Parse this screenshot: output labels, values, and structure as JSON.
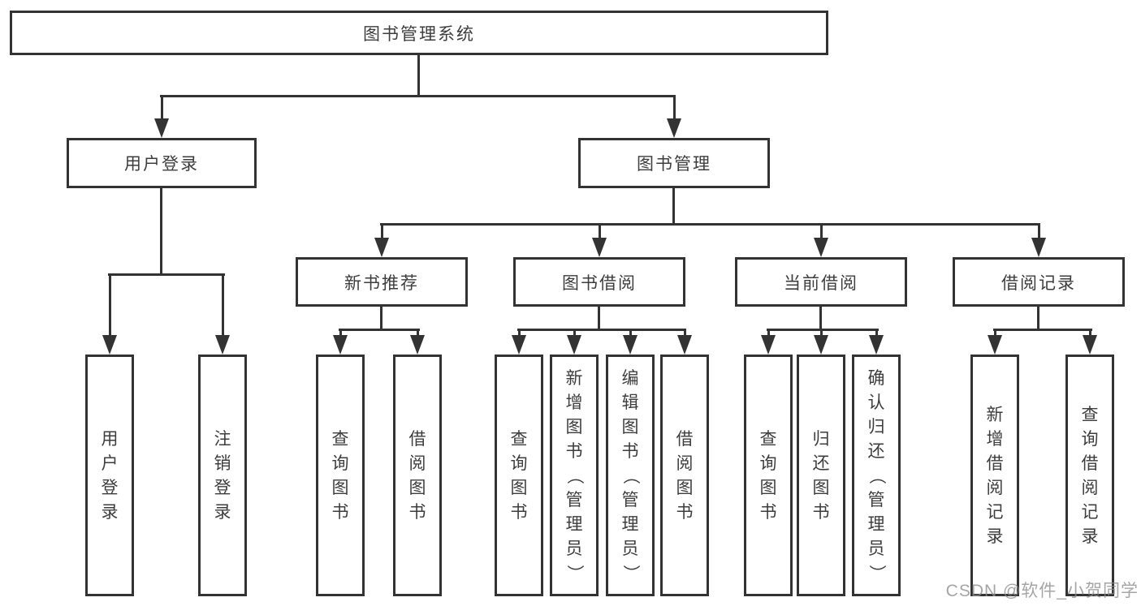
{
  "diagram": {
    "root": {
      "label": "图书管理系统"
    },
    "level2": {
      "user_login": {
        "label": "用户登录"
      },
      "book_management": {
        "label": "图书管理"
      }
    },
    "level3": {
      "new_book_rec": {
        "label": "新书推荐"
      },
      "book_borrowing": {
        "label": "图书借阅"
      },
      "current_borrowing": {
        "label": "当前借阅"
      },
      "borrowing_records": {
        "label": "借阅记录"
      }
    },
    "leaves": {
      "user_login_leaf": {
        "label": "用户登录"
      },
      "logout": {
        "label": "注销登录"
      },
      "rec_query_books": {
        "label": "查询图书"
      },
      "rec_borrow_books": {
        "label": "借阅图书"
      },
      "bb_query_books": {
        "label": "查询图书"
      },
      "bb_add_books": {
        "label": "新增图书（管理员）"
      },
      "bb_edit_books": {
        "label": "编辑图书（管理员）"
      },
      "bb_borrow_books": {
        "label": "借阅图书"
      },
      "cb_query_books": {
        "label": "查询图书"
      },
      "cb_return_books": {
        "label": "归还图书"
      },
      "cb_confirm_return": {
        "label": "确认归还（管理员）"
      },
      "br_add_record": {
        "label": "新增借阅记录"
      },
      "br_query_record": {
        "label": "查询借阅记录"
      }
    }
  },
  "watermark": {
    "text": "CSDN @软件_小贺同学"
  },
  "colors": {
    "line": "#333333",
    "text": "#3d3d3d",
    "background": "#ffffff",
    "watermark": "#8c8c8c"
  }
}
